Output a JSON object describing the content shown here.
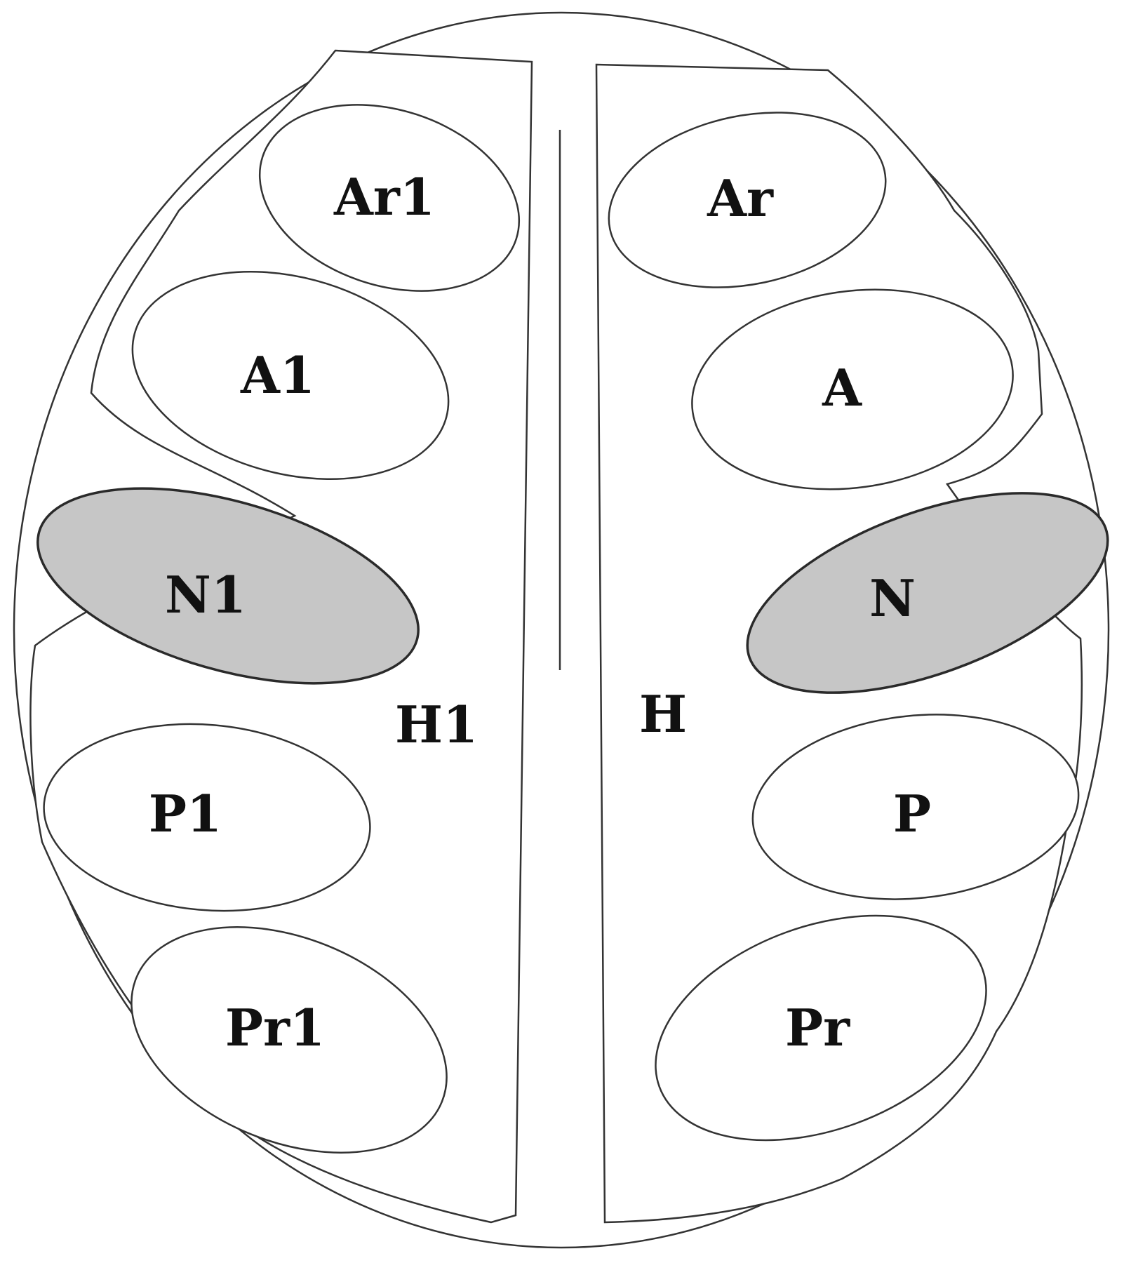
{
  "labels": {
    "ar1": "Ar1",
    "a1": "A1",
    "n1": "N1",
    "p1": "P1",
    "pr1": "Pr1",
    "h1": "H1",
    "ar": "Ar",
    "a": "A",
    "n": "N",
    "p": "P",
    "pr": "Pr",
    "h": "H"
  },
  "colors": {
    "shaded_fill": "#c6c6c6",
    "line": "#333333",
    "background": "#ffffff"
  }
}
